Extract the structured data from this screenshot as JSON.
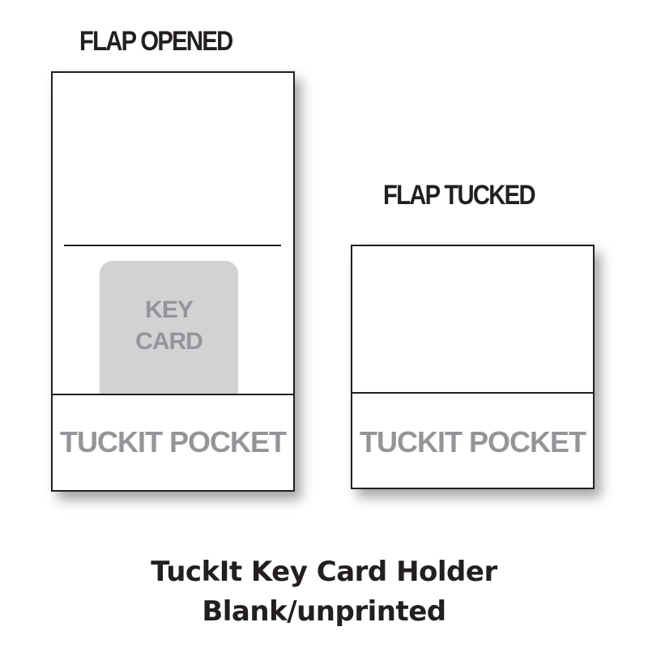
{
  "flap_opened": {
    "title": "FLAP OPENED",
    "key_card_label_line1": "KEY",
    "key_card_label_line2": "CARD",
    "pocket_label": "TUCKIT POCKET"
  },
  "flap_tucked": {
    "title": "FLAP TUCKED",
    "pocket_label": "TUCKIT POCKET"
  },
  "caption": {
    "line1": "TuckIt Key Card Holder",
    "line2": "Blank/unprinted"
  },
  "colors": {
    "outline": "#231f20",
    "key_card_fill": "#d1d2d4",
    "label_gray": "#939598"
  }
}
